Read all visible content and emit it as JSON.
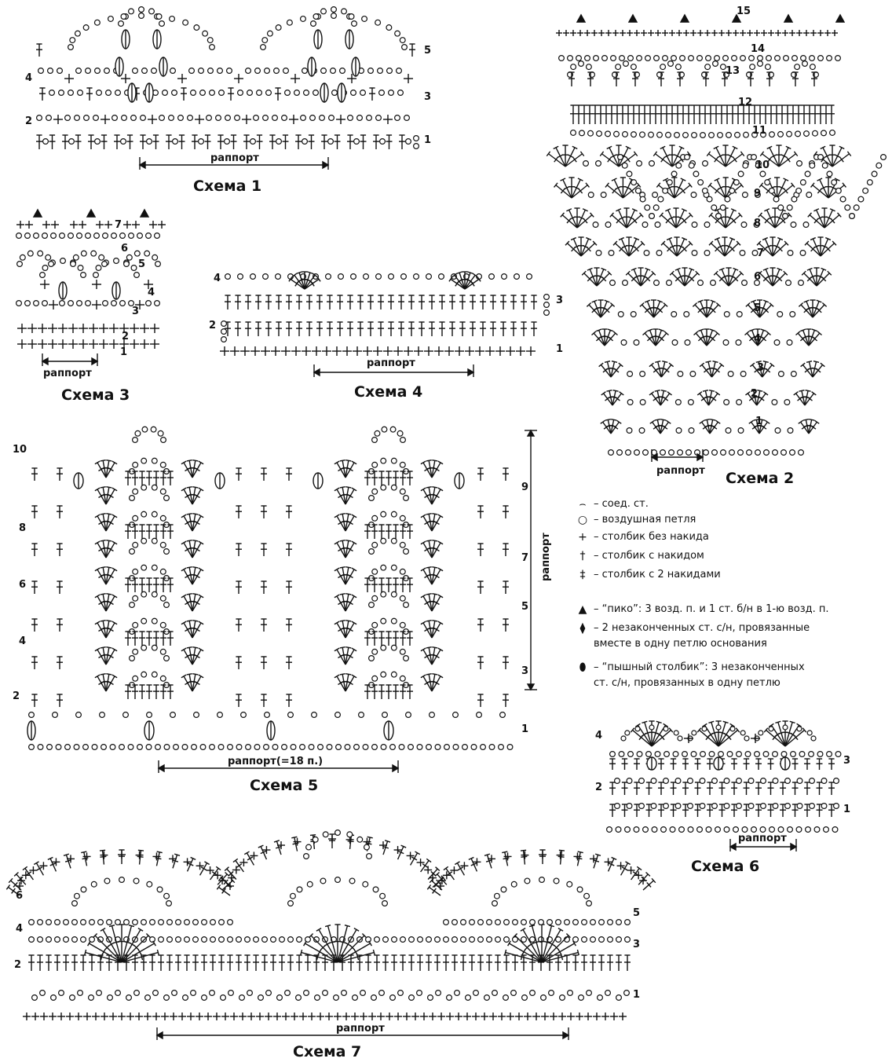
{
  "schemes": [
    {
      "id": "s1",
      "title": "Схема 1",
      "rows": [
        "1",
        "2",
        "3",
        "4",
        "5"
      ],
      "rapport": "раппорт"
    },
    {
      "id": "s2",
      "title": "Схема 2",
      "rows": [
        "1",
        "2",
        "3",
        "4",
        "5",
        "6",
        "7",
        "8",
        "9",
        "10",
        "11",
        "12",
        "13",
        "14",
        "15"
      ],
      "rapport": "раппорт"
    },
    {
      "id": "s3",
      "title": "Схема 3",
      "rows": [
        "1",
        "2",
        "3",
        "4",
        "5",
        "6",
        "7"
      ],
      "rapport": "раппорт"
    },
    {
      "id": "s4",
      "title": "Схема 4",
      "rows": [
        "1",
        "2",
        "3",
        "4"
      ],
      "rapport": "раппорт"
    },
    {
      "id": "s5",
      "title": "Схема 5",
      "rows": [
        "1",
        "2",
        "3",
        "4",
        "5",
        "6",
        "7",
        "8",
        "9",
        "10"
      ],
      "rapport": "раппорт(=18 п.)",
      "rapport_vertical": "раппорт"
    },
    {
      "id": "s6",
      "title": "Схема 6",
      "rows": [
        "1",
        "2",
        "3",
        "4"
      ],
      "rapport": "раппорт"
    },
    {
      "id": "s7",
      "title": "Схема 7",
      "rows": [
        "1",
        "2",
        "3",
        "4",
        "5",
        "6"
      ],
      "rapport": "раппорт"
    }
  ],
  "legend": [
    {
      "symbol": "slip-stitch-icon",
      "glyph": "⌢",
      "text": "– соед. ст."
    },
    {
      "symbol": "chain-icon",
      "glyph": "○",
      "text": "– воздушная петля"
    },
    {
      "symbol": "single-crochet-icon",
      "glyph": "+",
      "text": "– столбик без накида"
    },
    {
      "symbol": "double-crochet-icon",
      "glyph": "†",
      "text": "– столбик с накидом"
    },
    {
      "symbol": "treble-crochet-icon",
      "glyph": "‡",
      "text": "– столбик с 2 накидами"
    },
    {
      "symbol": "picot-icon",
      "glyph": "▲",
      "text": "– “пико”: 3 возд. п. и 1 ст. б/н в 1-ю возд. п."
    },
    {
      "symbol": "dc2tog-icon",
      "glyph": "⧫",
      "text": "– 2 незаконченных ст. с/н, провязанные\nвместе в одну петлю основания"
    },
    {
      "symbol": "puff-stitch-icon",
      "glyph": "⬮",
      "text": "– “пышный столбик”: 3 незаконченных\nст. с/н, провязанных в одну петлю"
    }
  ]
}
